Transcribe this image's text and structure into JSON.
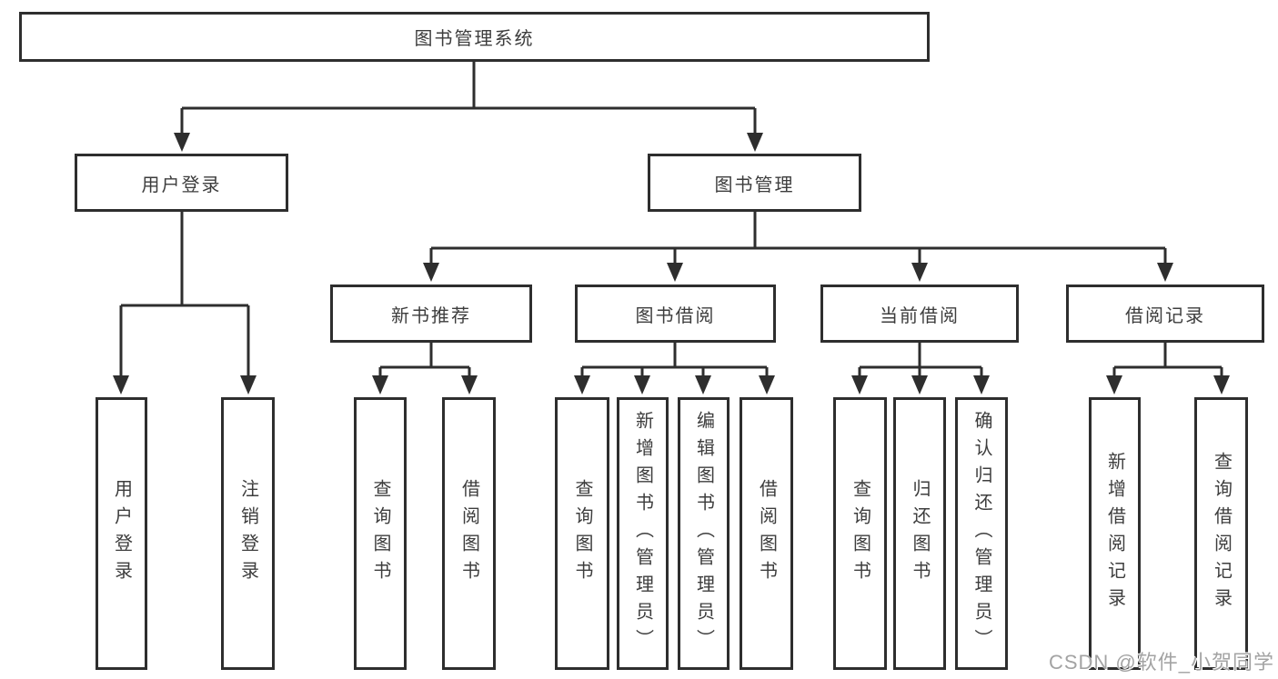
{
  "diagram": {
    "title": "图书管理系统",
    "watermark": "CSDN @软件_小贺同学",
    "colors": {
      "line": "#2e2e2e",
      "text": "#3d3d3d",
      "background": "#ffffff",
      "watermark": "#a3a3a3"
    },
    "nodes": {
      "root": {
        "label": "图书管理系统"
      },
      "user_login": {
        "label": "用户登录"
      },
      "book_management": {
        "label": "图书管理"
      },
      "new_book_recommend": {
        "label": "新书推荐"
      },
      "book_borrowing": {
        "label": "图书借阅"
      },
      "current_borrowing": {
        "label": "当前借阅"
      },
      "borrow_records": {
        "label": "借阅记录"
      },
      "login": {
        "label": "用户登录"
      },
      "logout": {
        "label": "注销登录"
      },
      "query_book_recommend": {
        "label": "查询图书"
      },
      "borrow_book_recommend": {
        "label": "借阅图书"
      },
      "query_book_borrowing": {
        "label": "查询图书"
      },
      "add_book_admin": {
        "label": "新增图书（管理员）"
      },
      "edit_book_admin": {
        "label": "编辑图书（管理员）"
      },
      "borrow_book_borrowing": {
        "label": "借阅图书"
      },
      "query_book_current": {
        "label": "查询图书"
      },
      "return_book": {
        "label": "归还图书"
      },
      "confirm_return_admin": {
        "label": "确认归还（管理员）"
      },
      "add_borrow_record": {
        "label": "新增借阅记录"
      },
      "query_borrow_record": {
        "label": "查询借阅记录"
      }
    }
  }
}
